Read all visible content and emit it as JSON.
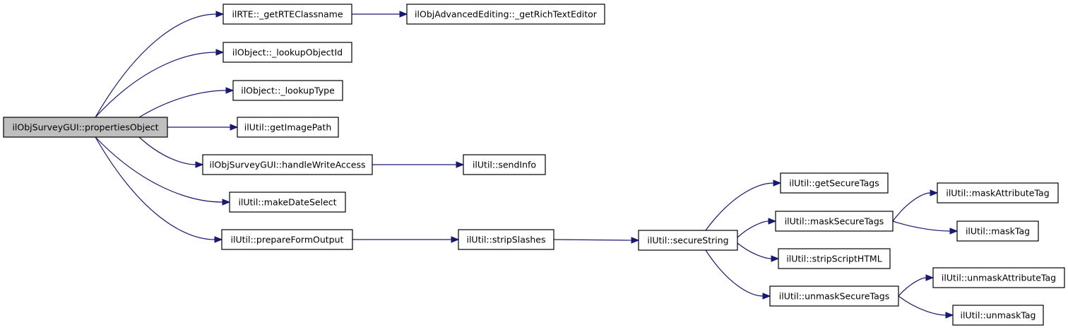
{
  "graph": {
    "nodes": [
      {
        "id": "root",
        "label": "ilObjSurveyGUI::propertiesObject",
        "highlighted": true
      },
      {
        "id": "n1",
        "label": "ilRTE::_getRTEClassname"
      },
      {
        "id": "n2",
        "label": "ilObjAdvancedEditing::_getRichTextEditor"
      },
      {
        "id": "n3",
        "label": "ilObject::_lookupObjectId"
      },
      {
        "id": "n4",
        "label": "ilObject::_lookupType"
      },
      {
        "id": "n5",
        "label": "ilUtil::getImagePath"
      },
      {
        "id": "n6",
        "label": "ilObjSurveyGUI::handleWriteAccess"
      },
      {
        "id": "n7",
        "label": "ilUtil::sendInfo"
      },
      {
        "id": "n8",
        "label": "ilUtil::makeDateSelect"
      },
      {
        "id": "n9",
        "label": "ilUtil::prepareFormOutput"
      },
      {
        "id": "n10",
        "label": "ilUtil::stripSlashes"
      },
      {
        "id": "n11",
        "label": "ilUtil::secureString"
      },
      {
        "id": "n12",
        "label": "ilUtil::getSecureTags"
      },
      {
        "id": "n13",
        "label": "ilUtil::maskSecureTags"
      },
      {
        "id": "n14",
        "label": "ilUtil::maskAttributeTag"
      },
      {
        "id": "n15",
        "label": "ilUtil::maskTag"
      },
      {
        "id": "n16",
        "label": "ilUtil::stripScriptHTML"
      },
      {
        "id": "n17",
        "label": "ilUtil::unmaskSecureTags"
      },
      {
        "id": "n18",
        "label": "ilUtil::unmaskAttributeTag"
      },
      {
        "id": "n19",
        "label": "ilUtil::unmaskTag"
      }
    ],
    "edges": [
      {
        "from": "root",
        "to": "n1"
      },
      {
        "from": "root",
        "to": "n3"
      },
      {
        "from": "root",
        "to": "n4"
      },
      {
        "from": "root",
        "to": "n5"
      },
      {
        "from": "root",
        "to": "n6"
      },
      {
        "from": "root",
        "to": "n8"
      },
      {
        "from": "root",
        "to": "n9"
      },
      {
        "from": "n1",
        "to": "n2"
      },
      {
        "from": "n6",
        "to": "n7"
      },
      {
        "from": "n9",
        "to": "n10"
      },
      {
        "from": "n10",
        "to": "n11"
      },
      {
        "from": "n11",
        "to": "n12"
      },
      {
        "from": "n11",
        "to": "n13"
      },
      {
        "from": "n11",
        "to": "n16"
      },
      {
        "from": "n11",
        "to": "n17"
      },
      {
        "from": "n13",
        "to": "n14"
      },
      {
        "from": "n13",
        "to": "n15"
      },
      {
        "from": "n17",
        "to": "n18"
      },
      {
        "from": "n17",
        "to": "n19"
      }
    ],
    "colors": {
      "edge": "#191970",
      "node_fill": "#ffffff",
      "highlight_fill": "#bfbfbf",
      "border": "#000000"
    }
  }
}
